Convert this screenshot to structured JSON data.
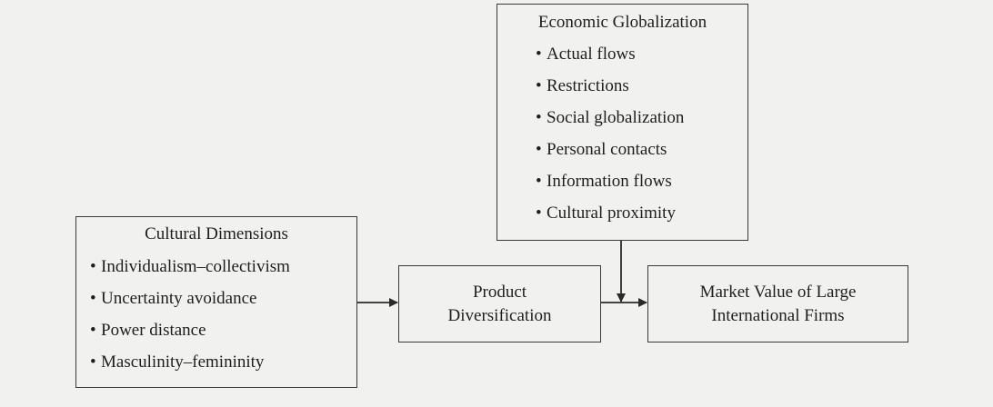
{
  "economic_globalization": {
    "title": "Economic Globalization",
    "items": [
      "Actual flows",
      "Restrictions",
      "Social globalization",
      "Personal contacts",
      "Information flows",
      "Cultural proximity"
    ]
  },
  "cultural_dimensions": {
    "title": "Cultural Dimensions",
    "items": [
      "Individualism–collectivism",
      "Uncertainty avoidance",
      "Power distance",
      "Masculinity–femininity"
    ]
  },
  "product_diversification": {
    "line1": "Product",
    "line2": "Diversification"
  },
  "market_value": {
    "line1": "Market Value of Large",
    "line2": "International Firms"
  },
  "bullet_char": "•",
  "colors": {
    "background": "#f1f1f0",
    "line": "#3a3a3a",
    "text": "#1e1e1e"
  }
}
